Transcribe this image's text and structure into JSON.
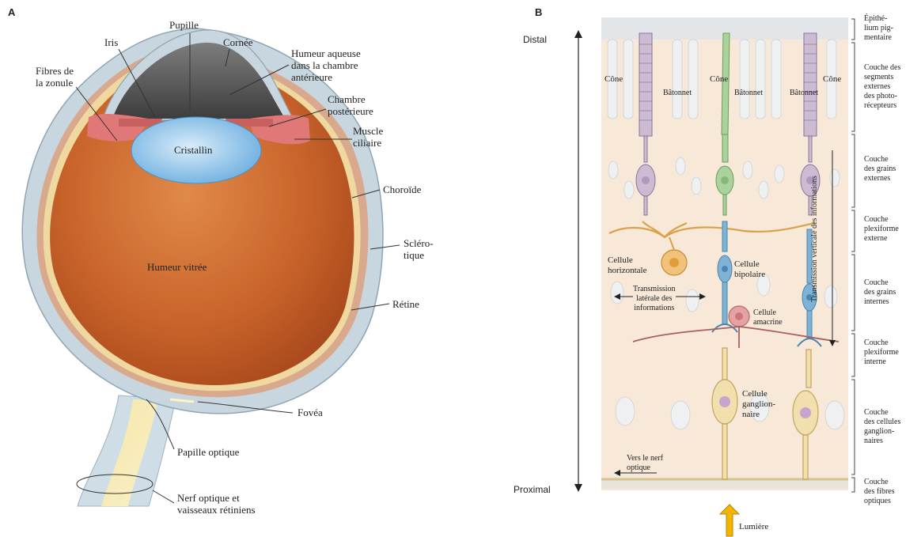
{
  "panel_a": {
    "letter": "A",
    "labels": {
      "pupille": "Pupille",
      "iris": "Iris",
      "cornee": "Cornée",
      "fibres_zonule": "Fibres de\nla zonule",
      "humeur_aqueuse": "Humeur aqueuse\ndans la chambre\nantérieure",
      "chambre_posterieure": "Chambre\npostérieure",
      "muscle_ciliaire": "Muscle\nciliaire",
      "cristallin": "Cristallin",
      "choroide": "Choroïde",
      "sclerotique": "Scléro-\ntique",
      "humeur_vitree": "Humeur vitrée",
      "retine": "Rétine",
      "fovea": "Fovéa",
      "papille_optique": "Papille optique",
      "nerf_optique": "Nerf optique et\nvaisseaux rétiniens"
    }
  },
  "panel_b": {
    "letter": "B",
    "distal": "Distal",
    "proximal": "Proximal",
    "lumiere": "Lumière",
    "cell_labels": {
      "cone_left": "Cône",
      "batonnet_1": "Bâtonnet",
      "cone_mid": "Cône",
      "batonnet_2": "Bâtonnet",
      "batonnet_3": "Bâtonnet",
      "cone_right": "Cône",
      "cellule_horizontale": "Cellule\nhorizontale",
      "cellule_bipolaire": "Cellule\nbipolaire",
      "transmission_laterale": "Transmission\nlatérale des\ninformations",
      "cellule_amacrine": "Cellule\namacrine",
      "cellule_ganglionnaire": "Cellule\nganglion-\nnaire",
      "vers_nerf_optique": "Vers le nerf\noptique",
      "transmission_verticale": "Transmission verticale des informations"
    },
    "layers": [
      "Épithé-\nlium pig-\nmentaire",
      "Couche des\nsegments\nexternes\ndes photo-\nrécepteurs",
      "Couche\ndes grains\nexternes",
      "Couche\nplexiforme\nexterne",
      "Couche\ndes grains\ninternes",
      "Couche\nplexiforme\ninterne",
      "Couche\ndes cellules\nganglion-\nnaires",
      "Couche\ndes fibres\noptiques"
    ]
  },
  "colors": {
    "vitreous": "#c9642a",
    "lens": "#8fc3ea",
    "sclera": "#c8d6df",
    "retina": "#f0d9a0",
    "rod": "#cdbad3",
    "cone": "#a9d39a",
    "bipolar": "#7fb3d6",
    "horizontal": "#e9b45a",
    "amacrine": "#e6a2a2",
    "ganglion": "#f2dfae",
    "light_arrow": "#f2b400"
  }
}
